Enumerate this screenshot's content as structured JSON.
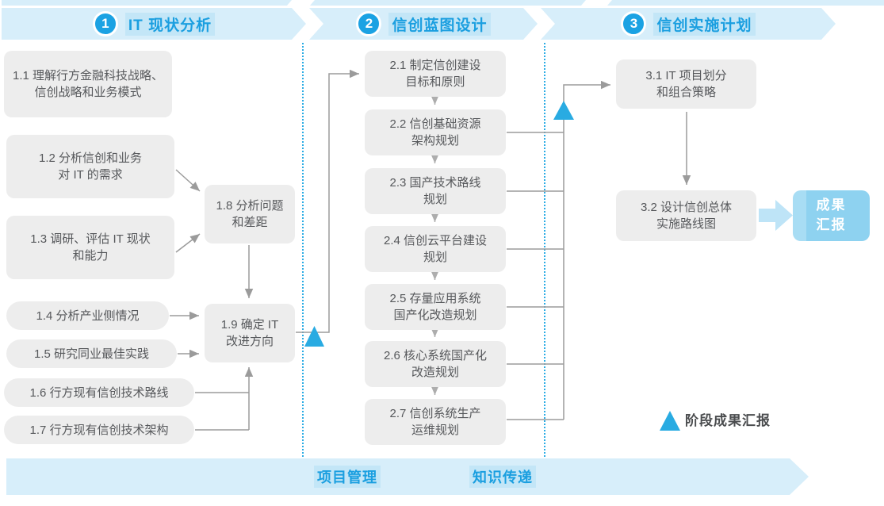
{
  "colors": {
    "accent_blue": "#1BA2E3",
    "banner_bg": "#D7EEFA",
    "label_highlight": "#C3E6F7",
    "box_bg": "#EDEDED",
    "box_text": "#56585B",
    "connector_gray": "#9B9B9B",
    "triangle_blue": "#29ABE2",
    "result_box_bg": "#8ED2F0",
    "result_box_stripe": "#A8DDF4",
    "thick_arrow_blue": "#BEE4F7"
  },
  "phases": [
    {
      "number": "1",
      "title": "IT 现状分析"
    },
    {
      "number": "2",
      "title": "信创蓝图设计"
    },
    {
      "number": "3",
      "title": "信创实施计划"
    }
  ],
  "boxes": {
    "s1_1": {
      "label": "1.1 理解行方金融科技战略、\n信创战略和业务模式"
    },
    "s1_2": {
      "label": "1.2 分析信创和业务\n对 IT 的需求"
    },
    "s1_3": {
      "label": "1.3 调研、评估 IT 现状\n和能力"
    },
    "s1_4": {
      "label": "1.4 分析产业侧情况"
    },
    "s1_5": {
      "label": "1.5 研究同业最佳实践"
    },
    "s1_6": {
      "label": "1.6 行方现有信创技术路线"
    },
    "s1_7": {
      "label": "1.7 行方现有信创技术架构"
    },
    "s1_8": {
      "label": "1.8 分析问题\n和差距"
    },
    "s1_9": {
      "label": "1.9 确定 IT\n改进方向"
    },
    "s2_1": {
      "label": "2.1 制定信创建设\n目标和原则"
    },
    "s2_2": {
      "label": "2.2 信创基础资源\n架构规划"
    },
    "s2_3": {
      "label": "2.3 国产技术路线\n规划"
    },
    "s2_4": {
      "label": "2.4 信创云平台建设\n规划"
    },
    "s2_5": {
      "label": "2.5 存量应用系统\n国产化改造规划"
    },
    "s2_6": {
      "label": "2.6 核心系统国产化\n改造规划"
    },
    "s2_7": {
      "label": "2.7 信创系统生产\n运维规划"
    },
    "s3_1": {
      "label": "3.1 IT 项目划分\n和组合策略"
    },
    "s3_2": {
      "label": "3.2 设计信创总体\n实施路线图"
    }
  },
  "result_box": {
    "label": "成果\n汇报"
  },
  "legend": {
    "label": "阶段成果汇报"
  },
  "footer": {
    "items": [
      {
        "label": "项目管理"
      },
      {
        "label": "知识传递"
      }
    ]
  }
}
